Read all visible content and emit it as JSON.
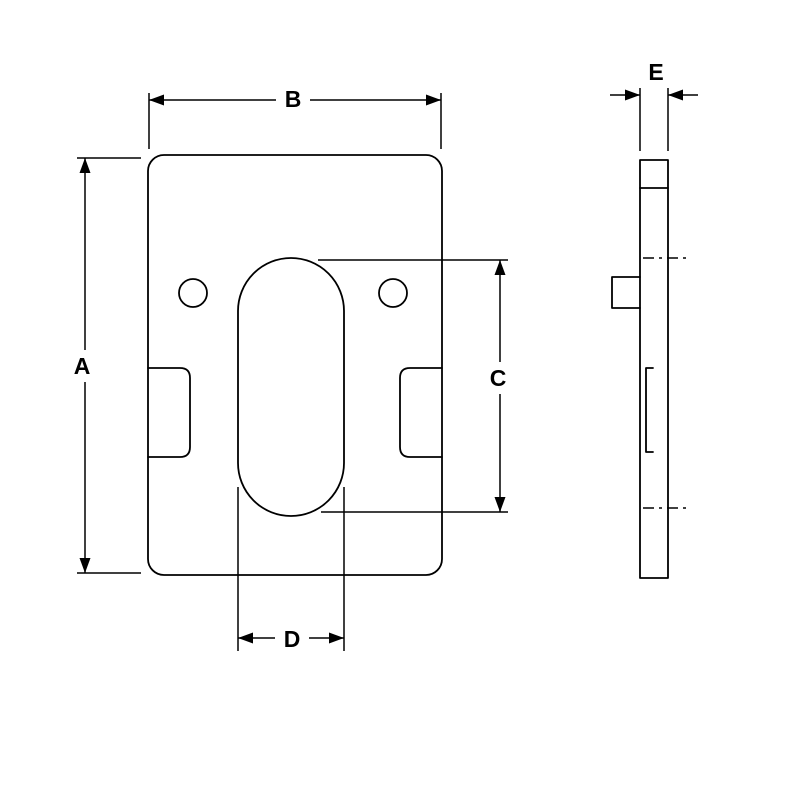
{
  "drawing": {
    "dimension_labels": {
      "overall_height": "A",
      "overall_width": "B",
      "slot_length": "C",
      "slot_width": "D",
      "thickness": "E"
    },
    "colors": {
      "line": "#000000",
      "background": "#ffffff"
    }
  }
}
